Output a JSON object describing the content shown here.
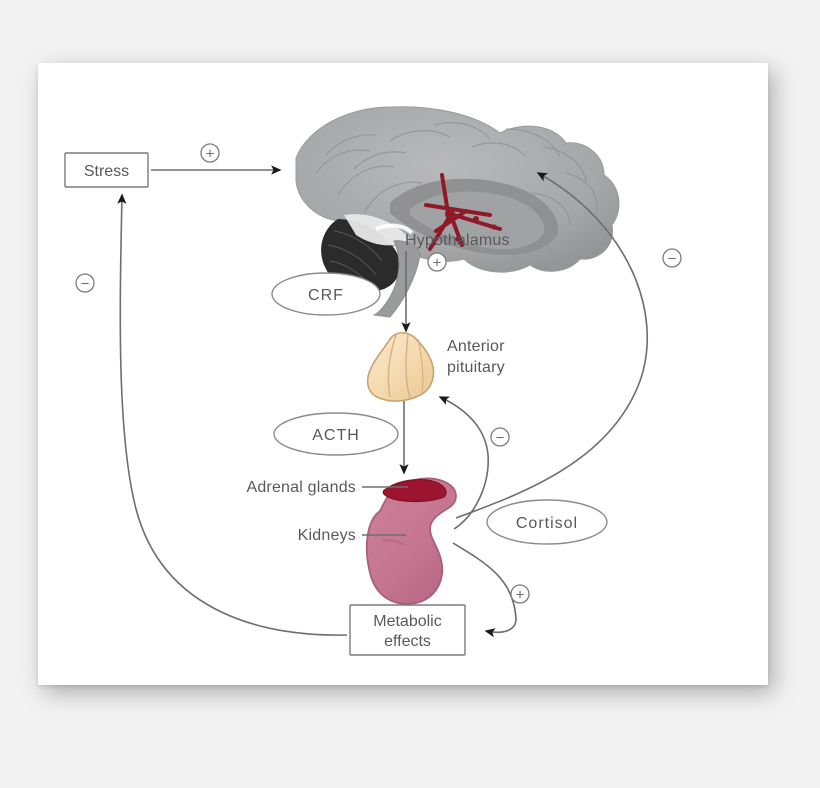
{
  "figure": {
    "title": "Hypothalamic-pituitary-adrenal (HPA) axis feedback diagram",
    "background_color": "#f2f2f2",
    "card_color": "#ffffff"
  },
  "boxes": [
    {
      "id": "stress",
      "label": "Stress"
    },
    {
      "id": "metabolic",
      "label_line1": "Metabolic",
      "label_line2": "effects"
    }
  ],
  "ellipses": [
    {
      "id": "crf",
      "label": "CRF"
    },
    {
      "id": "acth",
      "label": "ACTH"
    },
    {
      "id": "cortisol",
      "label": "Cortisol"
    }
  ],
  "anatomy_labels": [
    {
      "id": "hypothalamus",
      "label": "Hypothalamus"
    },
    {
      "id": "anterior-pituitary",
      "label_line1": "Anterior",
      "label_line2": "pituitary"
    },
    {
      "id": "adrenal-glands",
      "label": "Adrenal glands"
    },
    {
      "id": "kidneys",
      "label": "Kidneys"
    }
  ],
  "signs": [
    {
      "id": "stress-to-brain",
      "symbol": "+",
      "meaning": "stimulatory"
    },
    {
      "id": "hypothalamus-to-pituitary",
      "symbol": "+",
      "meaning": "stimulatory"
    },
    {
      "id": "cortisol-to-pituitary",
      "symbol": "−",
      "meaning": "inhibitory"
    },
    {
      "id": "cortisol-to-brain",
      "symbol": "−",
      "meaning": "inhibitory"
    },
    {
      "id": "cortisol-to-metabolic",
      "symbol": "+",
      "meaning": "stimulatory"
    },
    {
      "id": "metabolic-to-stress",
      "symbol": "−",
      "meaning": "inhibitory"
    }
  ],
  "anatomy_colors": {
    "brain_cortex": "#a8a9ab",
    "brain_inner": "#8d8e90",
    "cerebellum": "#2b2b2b",
    "hypothalamus_marks": "#8e1a28",
    "pituitary_fill": "#f6ddb6",
    "pituitary_stroke": "#c8a370",
    "kidney_fill": "#c4758f",
    "kidney_stroke": "#a85f79",
    "adrenal_fill": "#9c1530"
  },
  "line_color": "#6d6e71"
}
